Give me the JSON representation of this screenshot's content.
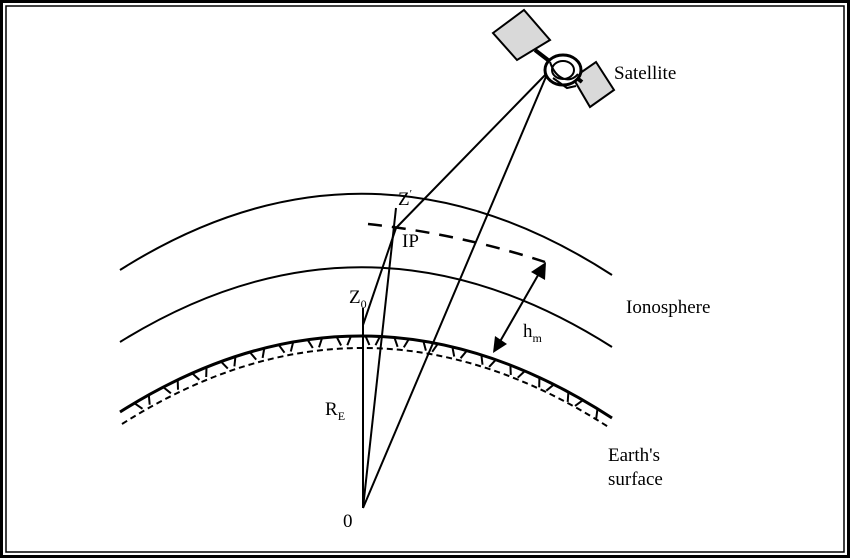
{
  "labels": {
    "satellite": "Satellite",
    "ionosphere": "Ionosphere",
    "earth_surface_line1": "Earth's",
    "earth_surface_line2": "surface",
    "z_prime": "Z",
    "z_prime_sup": "′",
    "ipp": "IP",
    "z0": "Z",
    "z0_sub": "0",
    "re": "R",
    "re_sub": "E",
    "hm": "h",
    "hm_sub": "m",
    "origin": "0"
  },
  "colors": {
    "line": "#000000",
    "background": "#ffffff",
    "panel": "#d9d9d9"
  }
}
